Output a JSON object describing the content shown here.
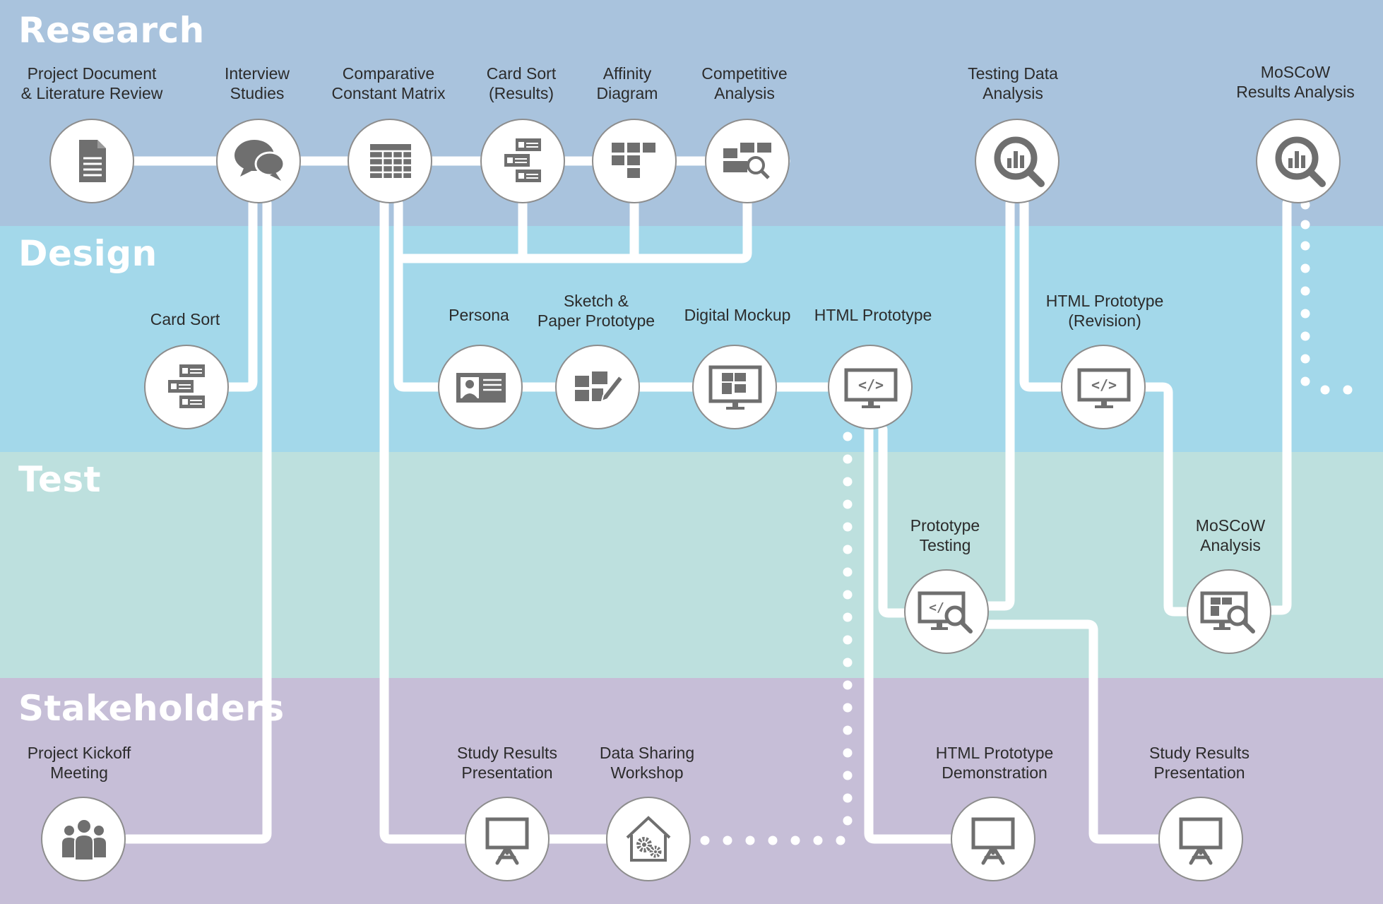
{
  "colors": {
    "research": "#a9c3dd",
    "design": "#a3d8ea",
    "test": "#bde0de",
    "stakeholders": "#c6bed7",
    "connector": "#ffffff",
    "icon": "#6f6f6f"
  },
  "lanes": [
    {
      "id": "research",
      "title": "Research"
    },
    {
      "id": "design",
      "title": "Design"
    },
    {
      "id": "test",
      "title": "Test"
    },
    {
      "id": "stakeholders",
      "title": "Stakeholders"
    }
  ],
  "nodes": [
    {
      "id": "project-document",
      "lane": "research",
      "label": "Project Document\n& Literature Review",
      "icon": "document-icon"
    },
    {
      "id": "interview-studies",
      "lane": "research",
      "label": "Interview\nStudies",
      "icon": "speech-bubbles-icon"
    },
    {
      "id": "comparative-matrix",
      "lane": "research",
      "label": "Comparative\nConstant Matrix",
      "icon": "table-icon"
    },
    {
      "id": "card-sort-results",
      "lane": "research",
      "label": "Card Sort\n(Results)",
      "icon": "card-sort-icon"
    },
    {
      "id": "affinity-diagram",
      "lane": "research",
      "label": "Affinity\nDiagram",
      "icon": "affinity-grid-icon"
    },
    {
      "id": "competitive-analysis",
      "lane": "research",
      "label": "Competitive\nAnalysis",
      "icon": "blocks-magnifier-icon"
    },
    {
      "id": "testing-data-analysis",
      "lane": "research",
      "label": "Testing Data\nAnalysis",
      "icon": "chart-magnifier-icon"
    },
    {
      "id": "moscow-results-analysis",
      "lane": "research",
      "label": "MoSCoW\nResults Analysis",
      "icon": "chart-magnifier-icon"
    },
    {
      "id": "card-sort",
      "lane": "design",
      "label": "Card Sort",
      "icon": "card-sort-icon"
    },
    {
      "id": "persona",
      "lane": "design",
      "label": "Persona",
      "icon": "id-card-icon"
    },
    {
      "id": "sketch-paper-prototype",
      "lane": "design",
      "label": "Sketch &\nPaper Prototype",
      "icon": "sketch-pencil-icon"
    },
    {
      "id": "digital-mockup",
      "lane": "design",
      "label": "Digital Mockup",
      "icon": "monitor-blocks-icon"
    },
    {
      "id": "html-prototype",
      "lane": "design",
      "label": "HTML Prototype",
      "icon": "monitor-code-icon"
    },
    {
      "id": "html-prototype-revision",
      "lane": "design",
      "label": "HTML Prototype\n(Revision)",
      "icon": "monitor-code-icon"
    },
    {
      "id": "prototype-testing",
      "lane": "test",
      "label": "Prototype\nTesting",
      "icon": "monitor-code-magnifier-icon"
    },
    {
      "id": "moscow-analysis",
      "lane": "test",
      "label": "MoSCoW\nAnalysis",
      "icon": "monitor-blocks-magnifier-icon"
    },
    {
      "id": "project-kickoff-meeting",
      "lane": "stakeholders",
      "label": "Project Kickoff\nMeeting",
      "icon": "people-group-icon"
    },
    {
      "id": "study-results-presentation-1",
      "lane": "stakeholders",
      "label": "Study Results\nPresentation",
      "icon": "easel-icon"
    },
    {
      "id": "data-sharing-workshop",
      "lane": "stakeholders",
      "label": "Data Sharing\nWorkshop",
      "icon": "house-gears-icon"
    },
    {
      "id": "html-prototype-demonstration",
      "lane": "stakeholders",
      "label": "HTML Prototype\nDemonstration",
      "icon": "easel-icon"
    },
    {
      "id": "study-results-presentation-2",
      "lane": "stakeholders",
      "label": "Study Results\nPresentation",
      "icon": "easel-icon"
    }
  ]
}
